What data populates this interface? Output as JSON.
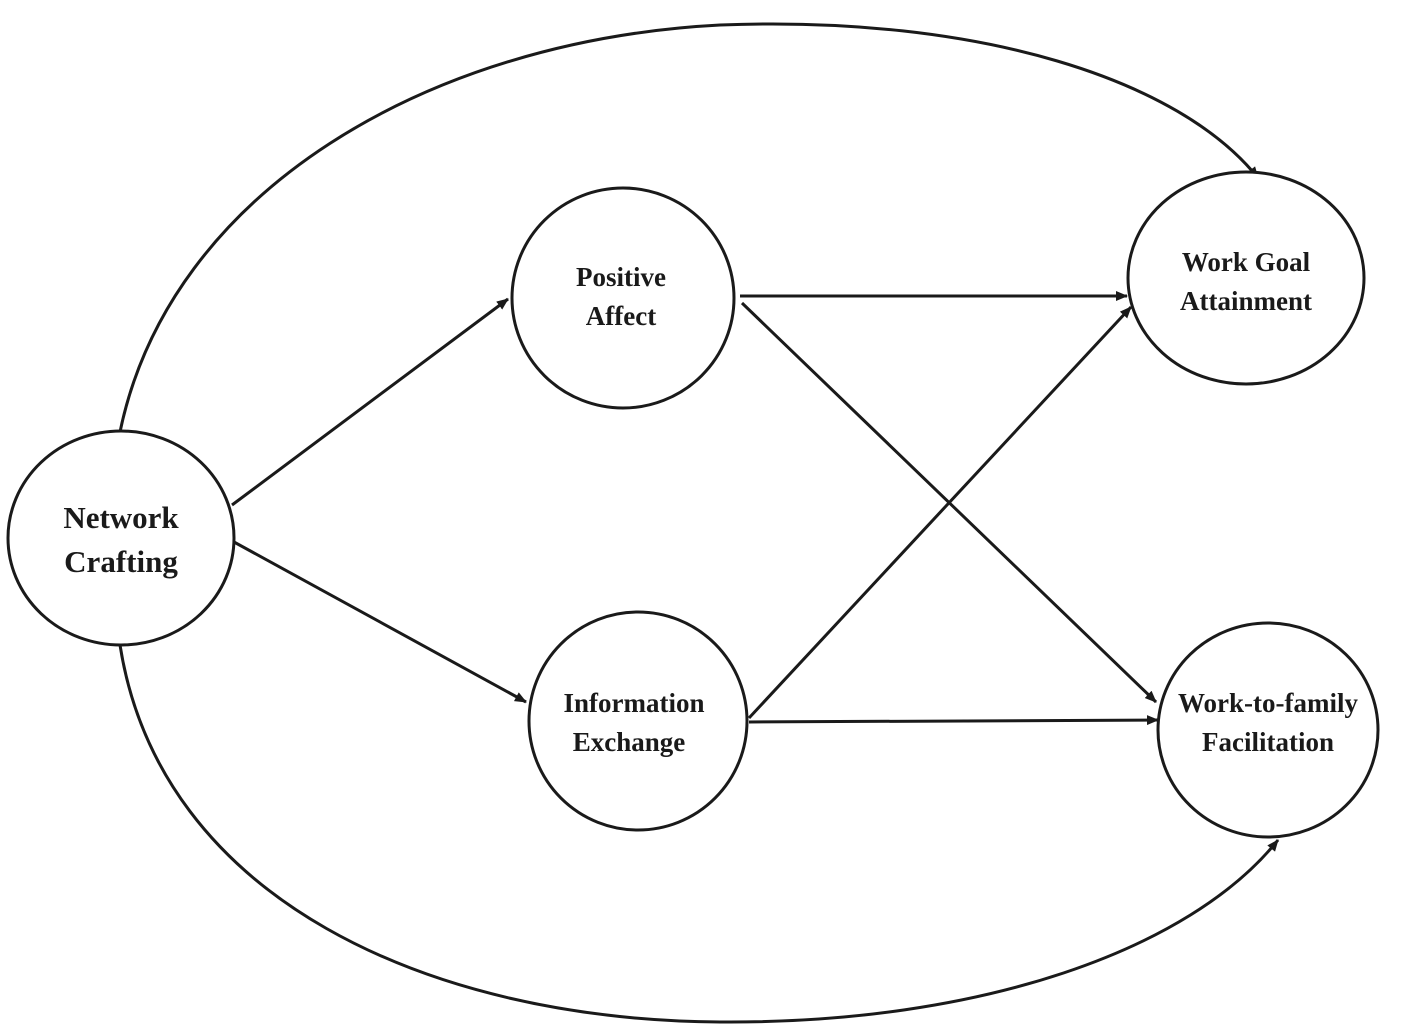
{
  "diagram": {
    "nodes": {
      "network_crafting": {
        "line1": "Network",
        "line2": "Crafting"
      },
      "positive_affect": {
        "line1": "Positive",
        "line2": "Affect"
      },
      "information_exchange": {
        "line1": "Information",
        "line2": "Exchange"
      },
      "work_goal_attainment": {
        "line1": "Work Goal",
        "line2": "Attainment"
      },
      "work_to_family_facilitation": {
        "line1": "Work-to-family",
        "line2": "Facilitation"
      }
    },
    "edges": [
      {
        "from": "network_crafting",
        "to": "positive_affect"
      },
      {
        "from": "network_crafting",
        "to": "information_exchange"
      },
      {
        "from": "positive_affect",
        "to": "work_goal_attainment"
      },
      {
        "from": "positive_affect",
        "to": "work_to_family_facilitation"
      },
      {
        "from": "information_exchange",
        "to": "work_goal_attainment"
      },
      {
        "from": "information_exchange",
        "to": "work_to_family_facilitation"
      },
      {
        "from": "network_crafting",
        "to": "work_goal_attainment"
      },
      {
        "from": "network_crafting",
        "to": "work_to_family_facilitation"
      }
    ],
    "colors": {
      "stroke": "#1a1a1a",
      "background": "#ffffff"
    }
  }
}
